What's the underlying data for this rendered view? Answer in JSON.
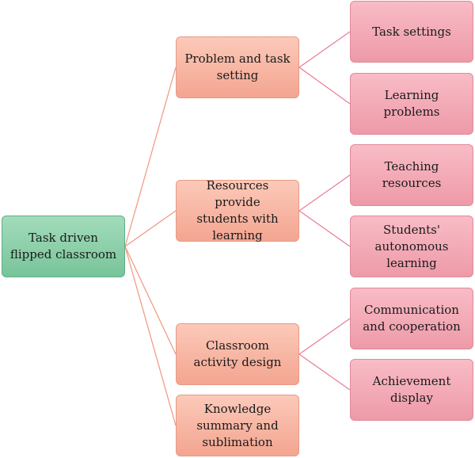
{
  "root": {
    "lines": [
      "Task driven",
      "flipped classroom"
    ]
  },
  "branches": [
    {
      "lines": [
        "Problem and task",
        "setting"
      ],
      "children": [
        {
          "lines": [
            "Task settings"
          ]
        },
        {
          "lines": [
            "Learning",
            "problems"
          ]
        }
      ]
    },
    {
      "lines": [
        "Resources provide",
        "students with",
        "learning"
      ],
      "children": [
        {
          "lines": [
            "Teaching",
            "resources"
          ]
        },
        {
          "lines": [
            "Students'",
            "autonomous",
            "learning"
          ]
        }
      ]
    },
    {
      "lines": [
        "Classroom",
        "activity design"
      ],
      "children": [
        {
          "lines": [
            "Communication",
            "and cooperation"
          ]
        },
        {
          "lines": [
            "Achievement",
            "display"
          ]
        }
      ]
    },
    {
      "lines": [
        "Knowledge",
        "summary and",
        "sublimation"
      ],
      "children": []
    }
  ],
  "colors": {
    "root_fill": "#8fd1ab",
    "branch_fill": "#f8b7a3",
    "leaf_fill": "#f3aab6",
    "root_connector": "#f2957f",
    "branch_connector": "#ea7c92"
  }
}
